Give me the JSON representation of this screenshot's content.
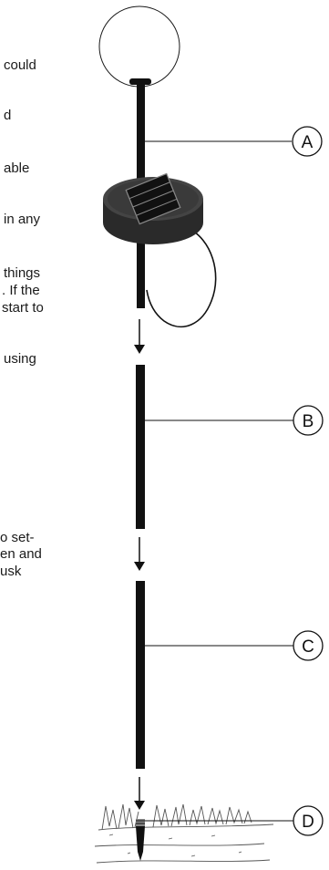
{
  "text_fragments": [
    "could",
    "d",
    "able",
    "in any",
    "things",
    ". If the",
    "start to",
    "using",
    "o set-",
    "en and",
    "usk"
  ],
  "callouts": [
    "A",
    "B",
    "C",
    "D"
  ],
  "colors": {
    "line": "#1a1a1a",
    "pole": "#111111",
    "solar_top": "#3a3a3a",
    "solar_side": "#2a2a2a",
    "grass": "#555555"
  }
}
